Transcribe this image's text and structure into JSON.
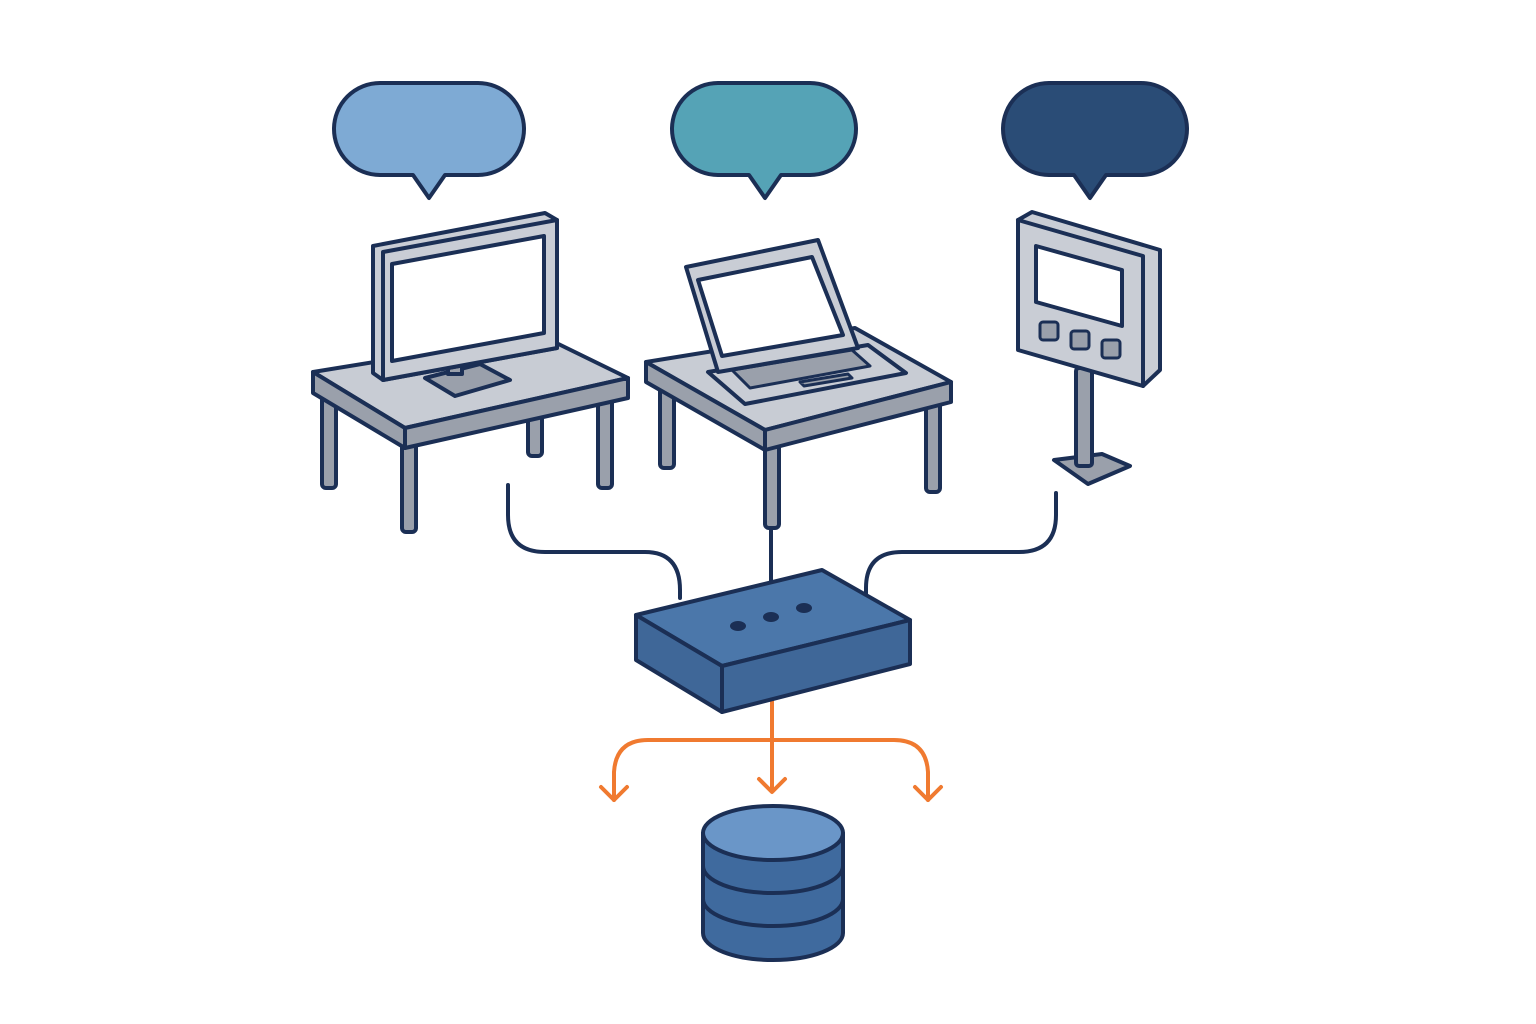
{
  "colors": {
    "outline": "#1b2f55",
    "bubble_desktop": "#7eaad4",
    "bubble_laptop": "#55a3b6",
    "bubble_kiosk": "#2a4c76",
    "table_top": "#c8ccd4",
    "table_leg": "#9aa0ab",
    "device_body": "#c9cdd5",
    "screen": "#ffffff",
    "hub_top": "#4b77aa",
    "hub_side": "#3f6798",
    "db_top": "#6a96c8",
    "db_band": "#3f6a9e",
    "arrow": "#f07a30",
    "background": "#ffffff"
  },
  "nodes": [
    {
      "id": "desktop-client",
      "icon": "desktop-monitor-icon",
      "bubble": "speech-bubble-icon"
    },
    {
      "id": "laptop-client",
      "icon": "laptop-icon",
      "bubble": "speech-bubble-icon"
    },
    {
      "id": "kiosk-client",
      "icon": "kiosk-terminal-icon",
      "bubble": "speech-bubble-icon"
    }
  ],
  "hub": {
    "icon": "network-hub-icon",
    "port_count": 3
  },
  "storage": {
    "icon": "database-icon",
    "layer_count": 3
  },
  "outputs": {
    "arrow_count": 3,
    "icon": "down-arrow-icon"
  }
}
